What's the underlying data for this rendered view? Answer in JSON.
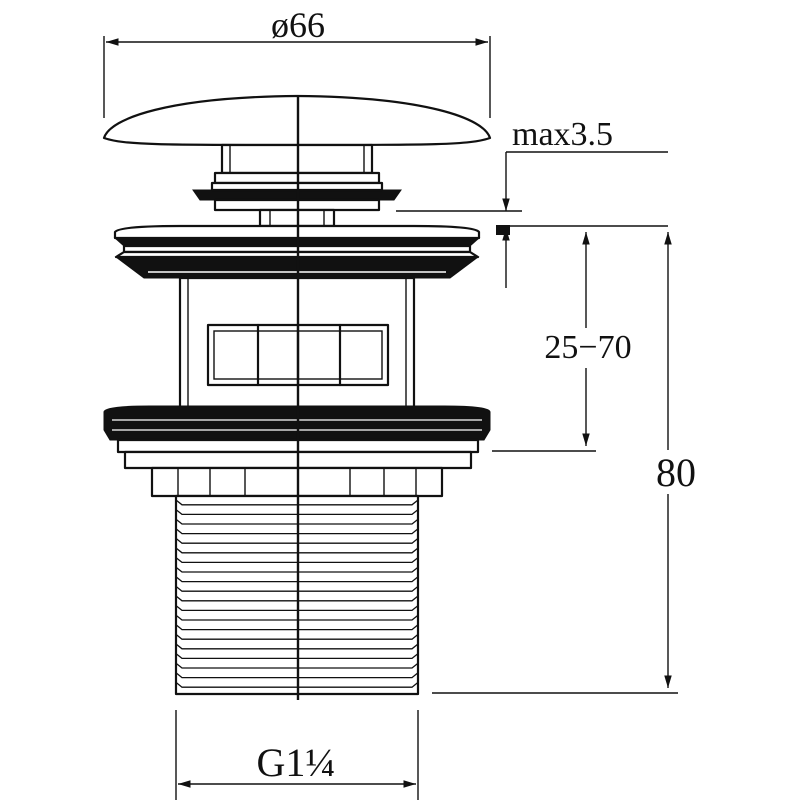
{
  "drawing": {
    "dim_diameter": "ø66",
    "dim_max": "max3.5",
    "dim_range": "25−70",
    "dim_height": "80",
    "dim_thread": "G1¼"
  },
  "colors": {
    "line": "#111111",
    "background": "#ffffff"
  }
}
